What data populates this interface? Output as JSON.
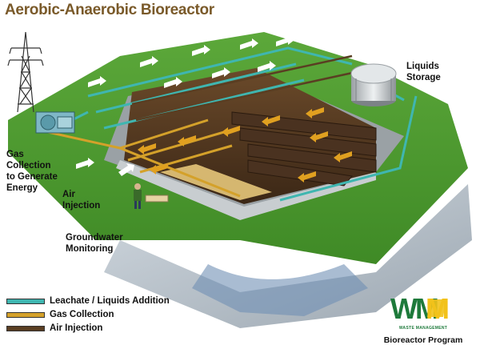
{
  "title": "Aerobic-Anaerobic Bioreactor",
  "labels": {
    "liquids_storage": [
      "Liquids",
      "Storage"
    ],
    "gas_collection": [
      "Gas",
      "Collection",
      "to Generate",
      "Energy"
    ],
    "air_injection": [
      "Air",
      "Injection"
    ],
    "groundwater": [
      "Groundwater",
      "Monitoring"
    ]
  },
  "legend": [
    {
      "label": "Leachate / Liquids Addition",
      "color": "#3fb6b0"
    },
    {
      "label": "Gas Collection",
      "color": "#d4a12a"
    },
    {
      "label": "Air Injection",
      "color": "#5a3e22"
    }
  ],
  "logo": {
    "mark": "WM",
    "subtitle": "WASTE MANAGEMENT",
    "program": "Bioreactor Program",
    "colors": {
      "green": "#1e7a3b",
      "yellow": "#f2c21a"
    }
  },
  "icons": [
    "power-tower-icon",
    "generator-icon",
    "storage-tank-icon",
    "technician-icon"
  ]
}
